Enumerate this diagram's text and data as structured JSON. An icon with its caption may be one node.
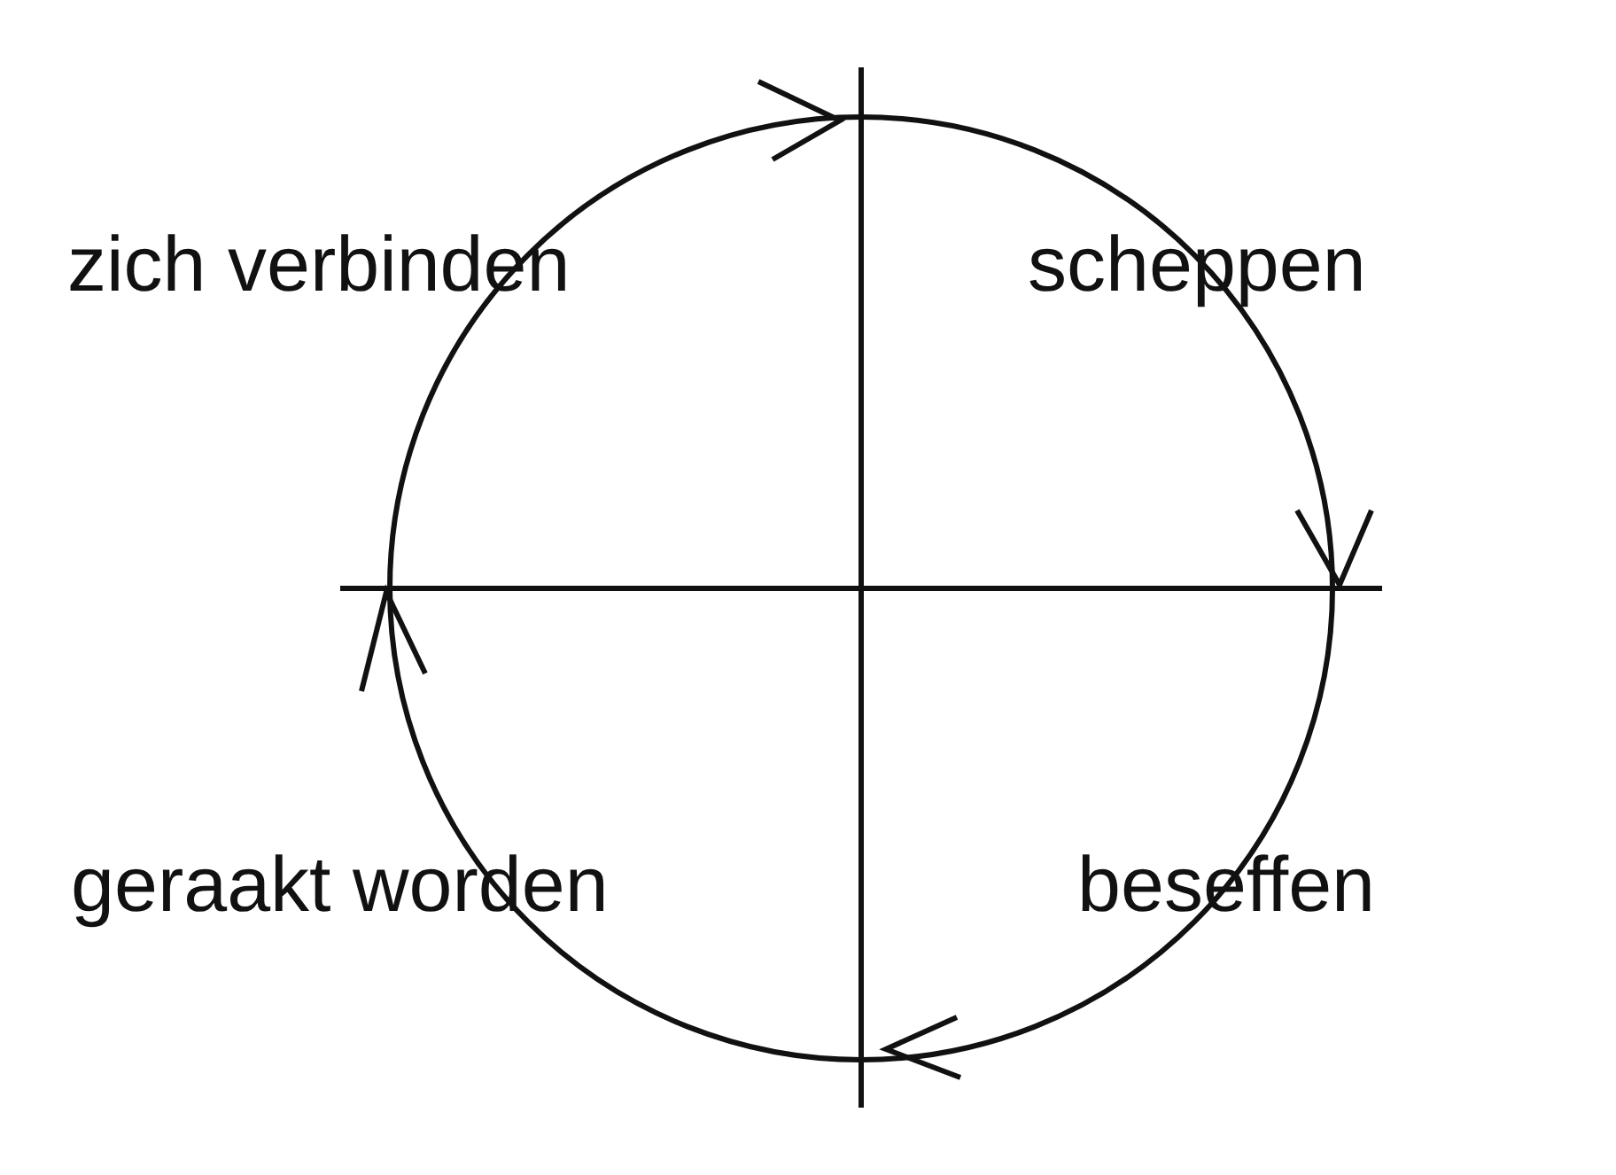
{
  "diagram": {
    "labels": [
      "zich verbinden",
      "scheppen",
      "geraakt worden",
      "beseffen"
    ]
  }
}
